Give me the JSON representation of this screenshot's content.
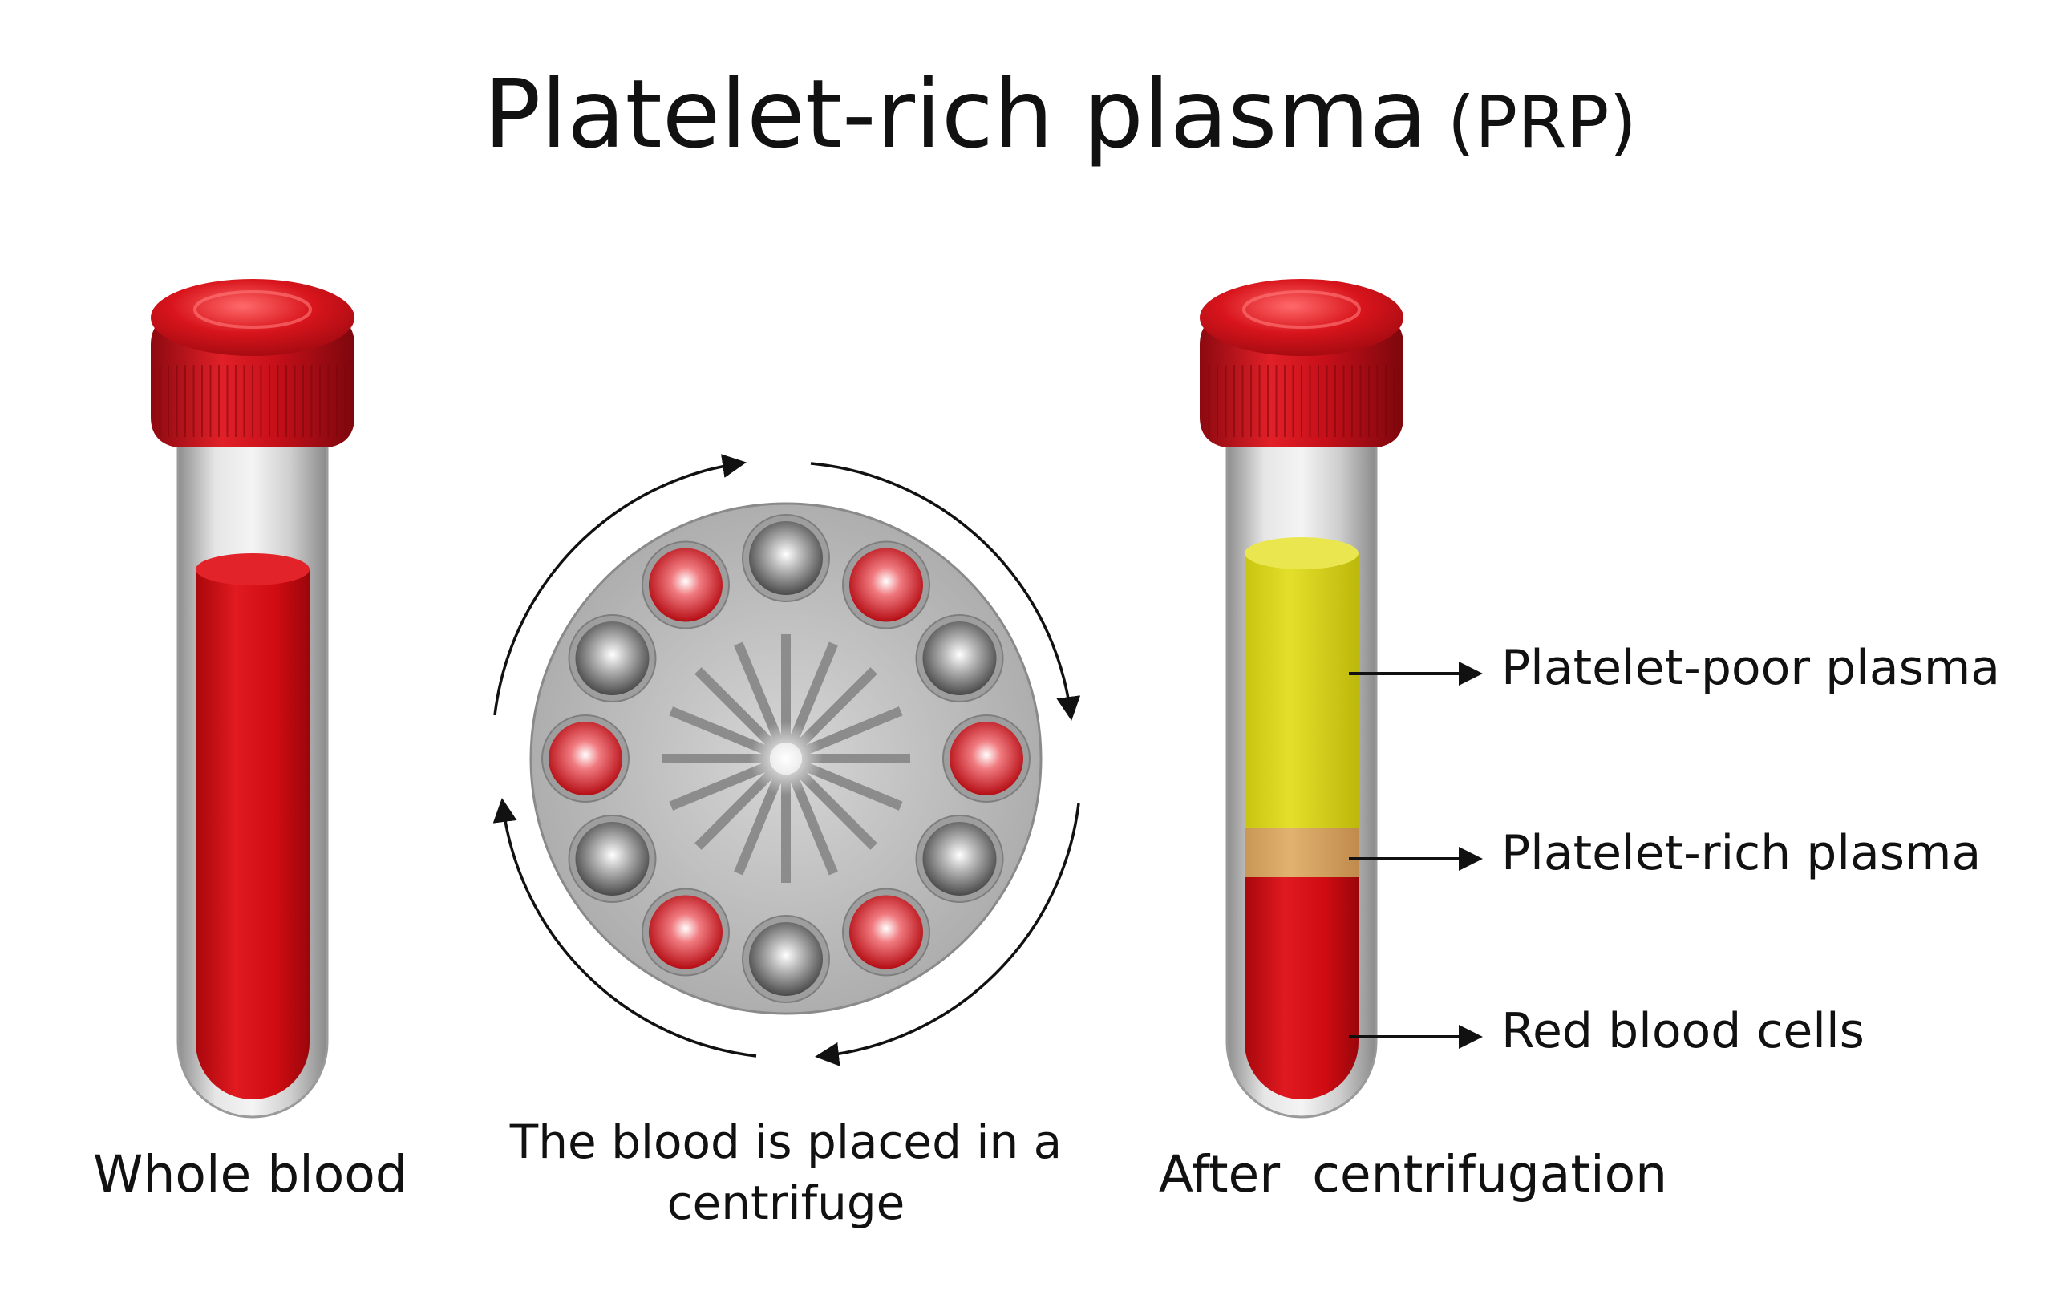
{
  "title": {
    "main": "Platelet-rich plasma",
    "abbr": "(PRP)"
  },
  "tubes": {
    "left_label": "Whole blood",
    "right_label": "After  centrifugation"
  },
  "centrifuge": {
    "caption_line1": "The blood is placed in a",
    "caption_line2": "centrifuge",
    "slot_colors": [
      "gray",
      "red",
      "gray",
      "red",
      "gray",
      "red",
      "gray",
      "red",
      "gray",
      "red",
      "gray",
      "red"
    ],
    "spokes": 16
  },
  "layers": [
    {
      "label": "Platelet-poor plasma",
      "color": "#d9d416"
    },
    {
      "label": "Platelet-rich plasma",
      "color": "#d9a866"
    },
    {
      "label": "Red blood cells",
      "color": "#d8161e"
    }
  ],
  "colors": {
    "cap": "#c8101a",
    "blood": "#d30c12",
    "glass": "#bdbdbd",
    "rotor": "#b5b5b5",
    "text": "#111111"
  }
}
